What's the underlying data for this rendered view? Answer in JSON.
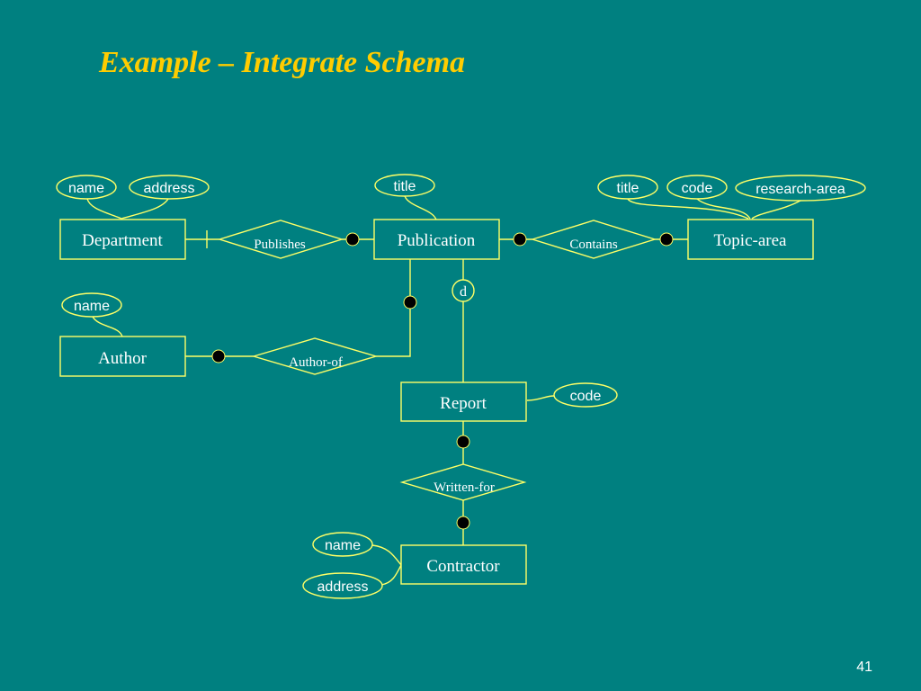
{
  "slide": {
    "title": "Example – Integrate Schema",
    "page_number": "41"
  },
  "colors": {
    "background": "#008080",
    "title": "#FFCC00",
    "lines": "#FFFF66",
    "text": "#ffffff"
  },
  "entities": {
    "department": "Department",
    "publication": "Publication",
    "topic_area": "Topic-area",
    "author": "Author",
    "report": "Report",
    "contractor": "Contractor"
  },
  "relationships": {
    "publishes": "Publishes",
    "contains": "Contains",
    "author_of": "Author-of",
    "written_for": "Written-for"
  },
  "attributes": {
    "department_name": "name",
    "department_address": "address",
    "publication_title": "title",
    "topic_title": "title",
    "topic_code": "code",
    "topic_research_area": "research-area",
    "author_name": "name",
    "report_code": "code",
    "contractor_name": "name",
    "contractor_address": "address"
  },
  "specialization": {
    "label": "d"
  }
}
